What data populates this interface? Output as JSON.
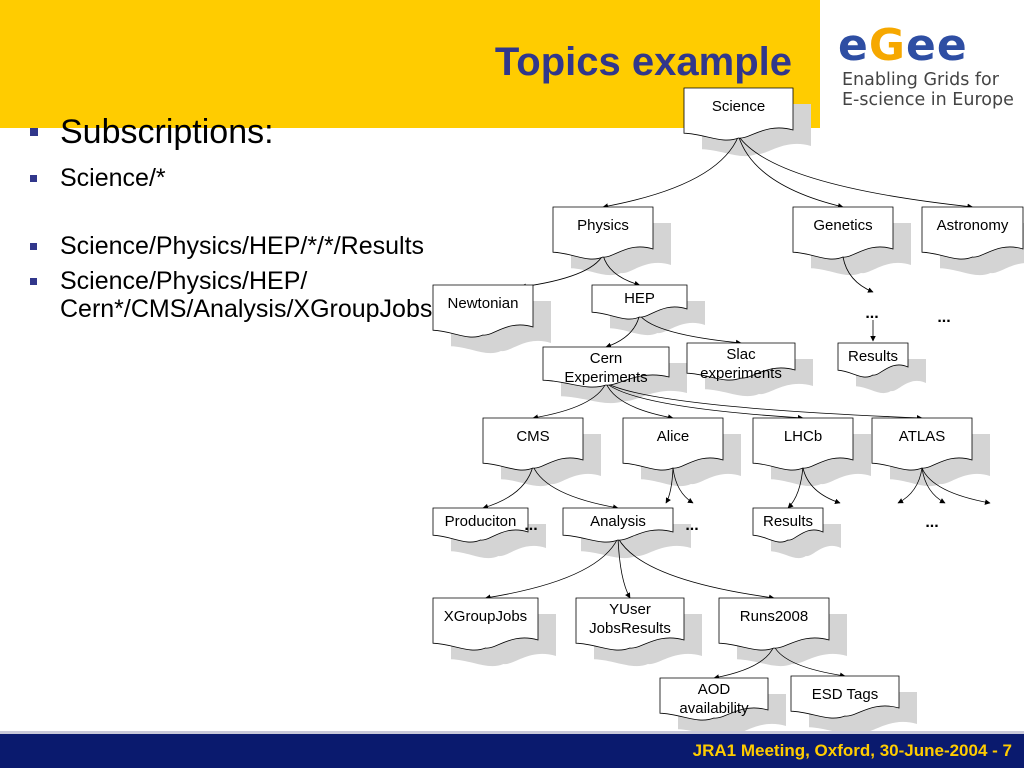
{
  "slide": {
    "title": "Topics example",
    "footer": "JRA1 Meeting, Oxford, 30-June-2004 - 7",
    "colors": {
      "header": "#ffcc00",
      "title": "#31378b",
      "footer_bg": "#0a1a6e",
      "footer_text": "#ffcc00"
    }
  },
  "logo": {
    "letters": [
      {
        "ch": "e",
        "color": "#2e4ea3"
      },
      {
        "ch": "G",
        "color": "#f6a800"
      },
      {
        "ch": "e",
        "color": "#2e4ea3"
      },
      {
        "ch": "e",
        "color": "#2e4ea3"
      }
    ],
    "tagline_line1": "Enabling Grids for",
    "tagline_line2": "E-science in Europe"
  },
  "bullets": [
    {
      "text": "Subscriptions:",
      "size": "large"
    },
    {
      "text": "Science/*",
      "size": "small"
    },
    {
      "text": "Science/Physics/HEP/*/*/Results",
      "size": "small",
      "gap_before": true
    },
    {
      "text": "Science/Physics/HEP/",
      "size": "small"
    },
    {
      "text": "Cern*/CMS/Analysis/XGroupJobs",
      "size": "small",
      "continuation": true
    }
  ],
  "tree": {
    "nodes": [
      {
        "id": "science",
        "lines": [
          "Science"
        ]
      },
      {
        "id": "physics",
        "lines": [
          "Physics"
        ]
      },
      {
        "id": "genetics",
        "lines": [
          "Genetics"
        ]
      },
      {
        "id": "astronomy",
        "lines": [
          "Astronomy"
        ]
      },
      {
        "id": "newtonian",
        "lines": [
          "Newtonian"
        ]
      },
      {
        "id": "hep",
        "lines": [
          "HEP"
        ]
      },
      {
        "id": "results_gen",
        "lines": [
          "Results"
        ]
      },
      {
        "id": "cern",
        "lines": [
          "Cern",
          "Experiments"
        ]
      },
      {
        "id": "slac",
        "lines": [
          "Slac",
          "experiments"
        ]
      },
      {
        "id": "cms",
        "lines": [
          "CMS"
        ]
      },
      {
        "id": "alice",
        "lines": [
          "Alice"
        ]
      },
      {
        "id": "lhcb",
        "lines": [
          "LHCb"
        ]
      },
      {
        "id": "atlas",
        "lines": [
          "ATLAS"
        ]
      },
      {
        "id": "produciton",
        "lines": [
          "Produciton"
        ]
      },
      {
        "id": "analysis",
        "lines": [
          "Analysis"
        ]
      },
      {
        "id": "results_lhcb",
        "lines": [
          "Results"
        ]
      },
      {
        "id": "xgroupjobs",
        "lines": [
          "XGroupJobs"
        ]
      },
      {
        "id": "yuser",
        "lines": [
          "YUser",
          "JobsResults"
        ]
      },
      {
        "id": "runs2008",
        "lines": [
          "Runs2008"
        ]
      },
      {
        "id": "aod",
        "lines": [
          "AOD",
          "availability"
        ]
      },
      {
        "id": "esd",
        "lines": [
          "ESD Tags"
        ]
      }
    ],
    "edges": [
      [
        "science",
        "physics"
      ],
      [
        "science",
        "genetics"
      ],
      [
        "science",
        "astronomy"
      ],
      [
        "physics",
        "newtonian"
      ],
      [
        "physics",
        "hep"
      ],
      [
        "hep",
        "cern"
      ],
      [
        "hep",
        "slac"
      ],
      [
        "cern",
        "cms"
      ],
      [
        "cern",
        "alice"
      ],
      [
        "cern",
        "lhcb"
      ],
      [
        "cern",
        "atlas"
      ],
      [
        "cms",
        "produciton"
      ],
      [
        "cms",
        "analysis"
      ],
      [
        "lhcb",
        "results_lhcb"
      ],
      [
        "analysis",
        "xgroupjobs"
      ],
      [
        "analysis",
        "yuser"
      ],
      [
        "analysis",
        "runs2008"
      ],
      [
        "runs2008",
        "aod"
      ],
      [
        "runs2008",
        "esd"
      ]
    ],
    "ellipses": [
      "...",
      "...",
      "...",
      "...",
      "..."
    ]
  }
}
